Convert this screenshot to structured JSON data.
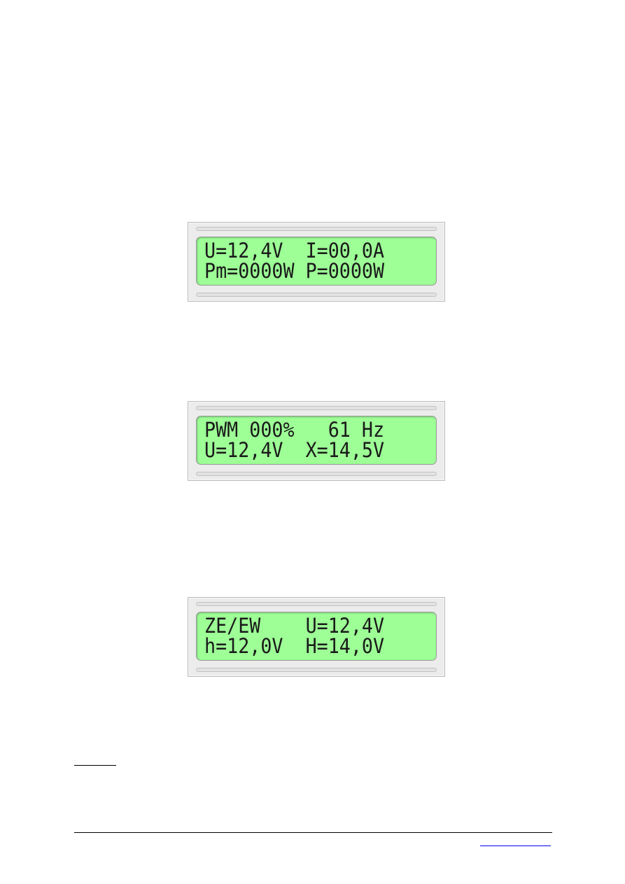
{
  "displays": [
    {
      "line1": "U=12,4V  I=00,0A",
      "line2": "Pm=0000W P=0000W"
    },
    {
      "line1": "PWM 000%   61 Hz",
      "line2": "U=12,4V  X=14,5V"
    },
    {
      "line1": "ZE/EW    U=12,4V",
      "line2": "h=12,0V  H=14,0V"
    }
  ],
  "footer": {
    "link_text": ""
  },
  "colors": {
    "lcd_background": "#9dff96",
    "lcd_text": "#1a1a1a",
    "module_frame": "#ececec",
    "link": "#0000ee"
  }
}
